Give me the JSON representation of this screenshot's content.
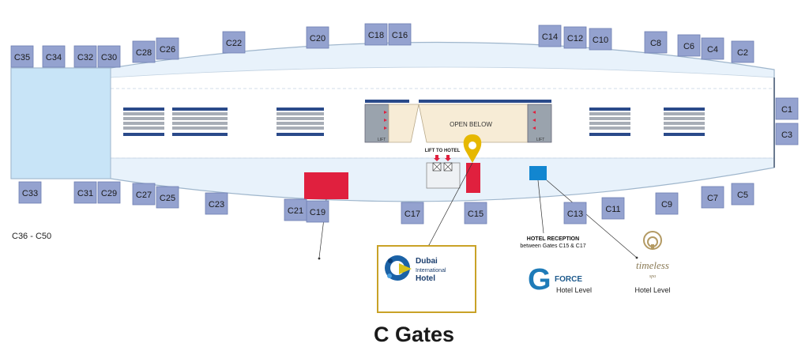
{
  "title": "C Gates",
  "note_label": "C36 - C50",
  "colors": {
    "gate_fill": "#94a2cf",
    "gate_stroke": "#6f7fb3",
    "concourse_fill": "#e8f2fb",
    "concourse_stroke": "#9fb6cc",
    "end_block": "#c8e4f7",
    "red_marker": "#e0203e",
    "blue_marker": "#1286d0",
    "pin": "#e6b800",
    "gold_border": "#c9a227"
  },
  "gates": [
    {
      "id": "C35",
      "label": "C35"
    },
    {
      "id": "C34",
      "label": "C34"
    },
    {
      "id": "C32",
      "label": "C32"
    },
    {
      "id": "C30",
      "label": "C30"
    },
    {
      "id": "C28",
      "label": "C28"
    },
    {
      "id": "C26",
      "label": "C26"
    },
    {
      "id": "C22",
      "label": "C22"
    },
    {
      "id": "C20",
      "label": "C20"
    },
    {
      "id": "C18",
      "label": "C18"
    },
    {
      "id": "C16",
      "label": "C16"
    },
    {
      "id": "C14",
      "label": "C14"
    },
    {
      "id": "C12",
      "label": "C12"
    },
    {
      "id": "C10",
      "label": "C10"
    },
    {
      "id": "C8",
      "label": "C8"
    },
    {
      "id": "C6",
      "label": "C6"
    },
    {
      "id": "C4",
      "label": "C4"
    },
    {
      "id": "C2",
      "label": "C2"
    },
    {
      "id": "C1",
      "label": "C1"
    },
    {
      "id": "C3",
      "label": "C3"
    },
    {
      "id": "C5",
      "label": "C5"
    },
    {
      "id": "C7",
      "label": "C7"
    },
    {
      "id": "C9",
      "label": "C9"
    },
    {
      "id": "C11",
      "label": "C11"
    },
    {
      "id": "C13",
      "label": "C13"
    },
    {
      "id": "C15",
      "label": "C15"
    },
    {
      "id": "C17",
      "label": "C17"
    },
    {
      "id": "C19",
      "label": "C19"
    },
    {
      "id": "C21",
      "label": "C21"
    },
    {
      "id": "C23",
      "label": "C23"
    },
    {
      "id": "C25",
      "label": "C25"
    },
    {
      "id": "C27",
      "label": "C27"
    },
    {
      "id": "C29",
      "label": "C29"
    },
    {
      "id": "C31",
      "label": "C31"
    },
    {
      "id": "C33",
      "label": "C33"
    }
  ],
  "labels": {
    "open_below": "OPEN BELOW",
    "lift": "LIFT",
    "lift_to_hotel": "LIFT TO HOTEL"
  },
  "hotel": {
    "name_line1": "Dubai",
    "name_line2": "International",
    "name_line3": "Hotel"
  },
  "reception": {
    "title": "HOTEL RECEPTION",
    "subtitle": "between Gates C15 & C17"
  },
  "gforce": {
    "logo_letter": "G",
    "logo_word": "FORCE",
    "level": "Hotel Level"
  },
  "spa": {
    "name": "timeless",
    "sub": "spa",
    "level": "Hotel Level"
  }
}
